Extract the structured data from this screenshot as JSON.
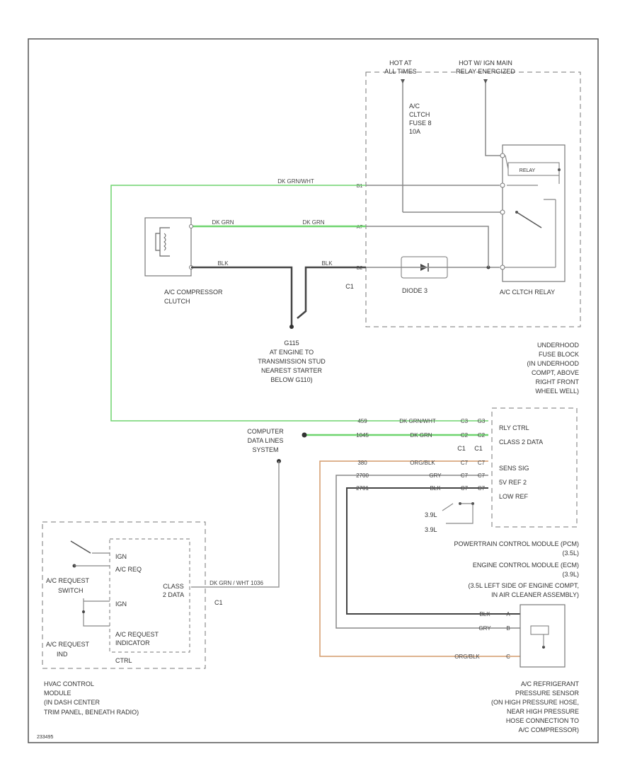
{
  "colors": {
    "green": "#6fd46f",
    "orange": "#d49a6a",
    "dark": "#444444",
    "gray": "#888888"
  },
  "frame": {
    "code": "233495"
  },
  "fuse_block": {
    "hot_at_all_times": [
      "HOT AT",
      "ALL TIMES"
    ],
    "hot_relay": [
      "HOT W/ IGN MAIN",
      "RELAY ENERGIZED"
    ],
    "fuse": [
      "A/C",
      "CLTCH",
      "FUSE 8",
      "10A"
    ],
    "relay_inner": "RELAY",
    "connector": "C1",
    "diode": "DIODE 3",
    "relay_name": "A/C CLTCH RELAY",
    "location": [
      "UNDERHOOD",
      "FUSE BLOCK",
      "(IN UNDERHOOD",
      "COMPT, ABOVE",
      "RIGHT FRONT",
      "WHEEL WELL)"
    ],
    "pins": [
      "B1",
      "A7",
      "B2"
    ]
  },
  "clutch": {
    "label": [
      "A/C COMPRESSOR",
      "CLUTCH"
    ]
  },
  "ground": {
    "label": [
      "G115",
      "AT ENGINE TO",
      "TRANSMISSION STUD",
      "NEAREST STARTER",
      "BELOW G110)"
    ]
  },
  "wires": {
    "gry_wht": "DK GRN/WHT",
    "dkgrn_top": "DK GRN",
    "dkgrn_mid": "DK GRN",
    "blk_1": "BLK",
    "blk_2": "BLK",
    "pcm_1": "DK GRN/WHT",
    "pcm_2": "DK GRN",
    "pcm_3": "ORG/BLK",
    "pcm_4": "GRY",
    "pcm_5": "BLK",
    "sensor_1": "BLK",
    "sensor_2": "GRY",
    "sensor_3": "ORG/BLK",
    "hvac": "DK GRN / WHT 1036"
  },
  "circuits": [
    "459",
    "1045",
    "380",
    "2700",
    "2701"
  ],
  "pcm": {
    "pin_labels": [
      "RLY CTRL",
      "CLASS 2 DATA",
      "SENS SIG",
      "5V REF 2",
      "LOW REF"
    ],
    "pins_a": [
      "C3",
      "C2",
      "C7",
      "C7",
      "C7"
    ],
    "pins_b": [
      "G3",
      "C2",
      "C7",
      "C7",
      "C7"
    ],
    "connectors": [
      "C1",
      "C1"
    ],
    "sub_labels": [
      "3.9L",
      "3.9L"
    ],
    "names": [
      "POWERTRAIN CONTROL MODULE (PCM)",
      "(3.5L)",
      "ENGINE CONTROL MODULE (ECM)",
      "(3.9L)",
      "(3.5L LEFT SIDE OF ENGINE COMPT,",
      "IN AIR CLEANER ASSEMBLY)"
    ]
  },
  "data_line": [
    "COMPUTER",
    "DATA LINES",
    "SYSTEM"
  ],
  "hvac": {
    "pin_labels": [
      "IGN",
      "A/C REQ",
      "IGN",
      "A/C REQUEST",
      "INDICATOR",
      "CTRL"
    ],
    "class2": [
      "CLASS",
      "2 DATA"
    ],
    "switch": [
      "A/C REQUEST",
      "SWITCH"
    ],
    "indicator": [
      "A/C REQUEST",
      "IND"
    ],
    "connector": "C1",
    "location": [
      "HVAC CONTROL",
      "MODULE",
      "(IN DASH CENTER",
      "TRIM PANEL, BENEATH RADIO)"
    ]
  },
  "sensor": {
    "pins": [
      "A",
      "B",
      "C"
    ],
    "name": "A/C REFRIGERANT",
    "location": [
      "PRESSURE SENSOR",
      "(ON HIGH PRESSURE HOSE,",
      "NEAR HIGH PRESSURE",
      "HOSE CONNECTION TO",
      "A/C COMPRESSOR)"
    ]
  }
}
